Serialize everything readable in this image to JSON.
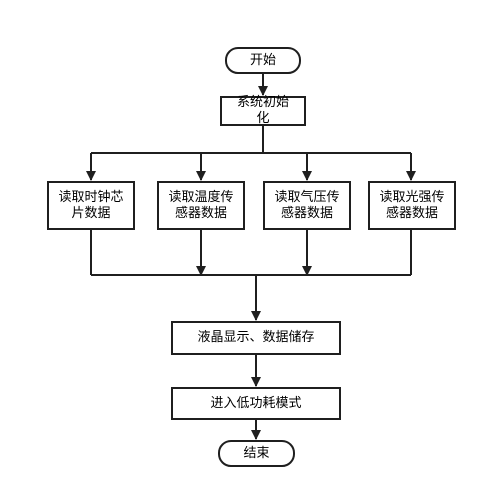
{
  "nodes": {
    "start": "开始",
    "init": "系统初始化",
    "read_clock": "读取时钟芯片数据",
    "read_temp": "读取温度传感器数据",
    "read_pressure": "读取气压传感器数据",
    "read_light": "读取光强传感器数据",
    "display_store": "液晶显示、数据储存",
    "low_power": "进入低功耗模式",
    "end": "结束"
  },
  "colors": {
    "stroke": "#1f1f1f",
    "fill": "#ffffff"
  }
}
